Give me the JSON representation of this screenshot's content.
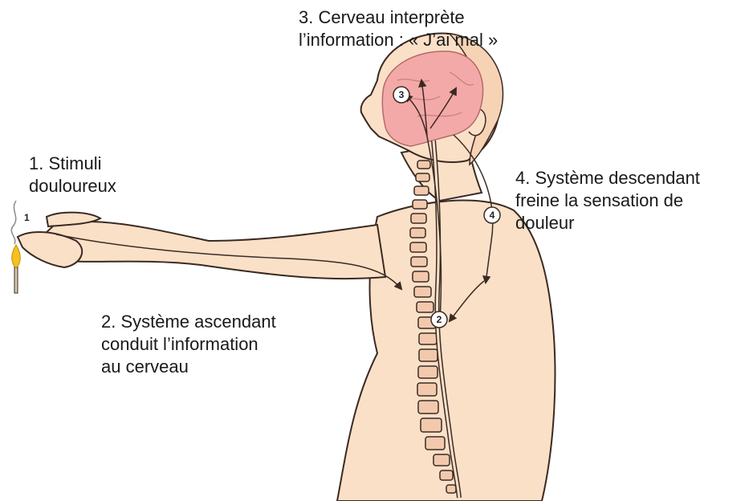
{
  "labels": {
    "brain": {
      "line1": "3. Cerveau interprète",
      "line2": "l’information : « J’ai mal »"
    },
    "stimuli": {
      "line1": "1. Stimuli",
      "line2": "douloureux"
    },
    "descending": {
      "line1": "4. Système descendant",
      "line2": "freine la sensation de",
      "line3": "douleur"
    },
    "ascending": {
      "line1": "2. Système ascendant",
      "line2": "conduit l’information",
      "line3": "au cerveau"
    }
  },
  "markers": {
    "m1": "1",
    "m2": "2",
    "m3": "3",
    "m4": "4"
  },
  "colors": {
    "skin": "#fbe0c8",
    "brain": "#f4a9a9",
    "outline": "#3a2a22",
    "vertebra": "#f2c9ad",
    "flame": "#f4c21b"
  }
}
